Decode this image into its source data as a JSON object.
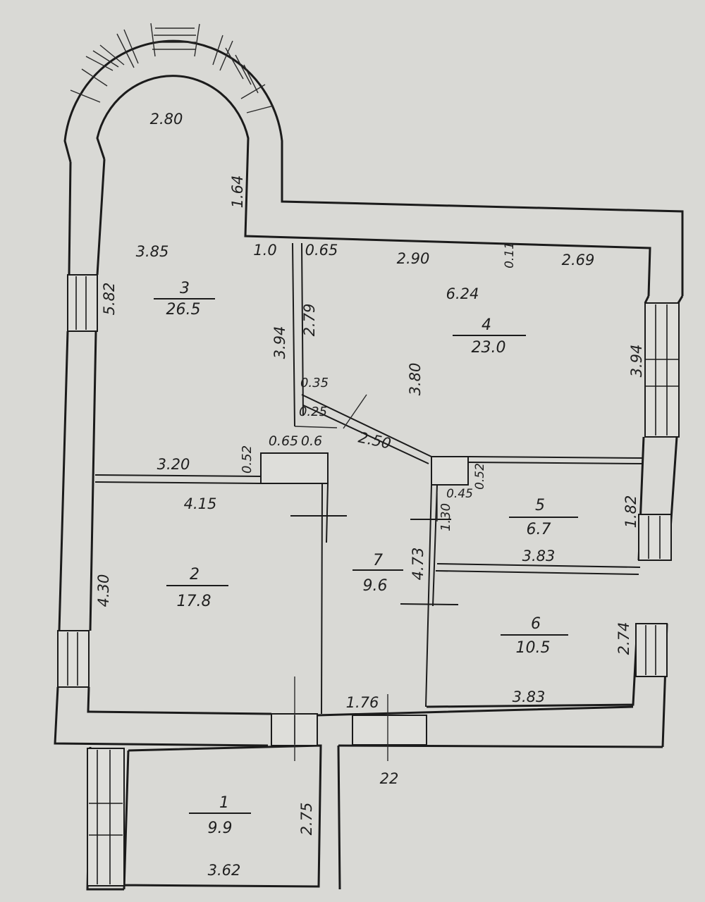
{
  "rooms": [
    {
      "number": "1",
      "area": "9.9"
    },
    {
      "number": "2",
      "area": "17.8"
    },
    {
      "number": "3",
      "area": "26.5"
    },
    {
      "number": "4",
      "area": "23.0"
    },
    {
      "number": "5",
      "area": "6.7"
    },
    {
      "number": "6",
      "area": "10.5"
    },
    {
      "number": "7",
      "area": "9.6"
    }
  ],
  "dimensions": {
    "d_2_80": "2.80",
    "d_1_64": "1.64",
    "d_3_85": "3.85",
    "d_1_0": "1.0",
    "d_0_65_top": "0.65",
    "d_2_90": "2.90",
    "d_0_11": "0.11",
    "d_2_69": "2.69",
    "d_6_24": "6.24",
    "d_5_82": "5.82",
    "d_3_94_left": "3.94",
    "d_2_79": "2.79",
    "d_3_94_right": "3.94",
    "d_3_80": "3.80",
    "d_0_35": "0.35",
    "d_0_25": "0.25",
    "d_2_50": "2.50",
    "d_0_52_left": "0.52",
    "d_0_65_mid": "0.65",
    "d_0_6": "0.6",
    "d_3_20": "3.20",
    "d_4_15": "4.15",
    "d_0_52_right": "0.52",
    "d_0_45": "0.45",
    "d_1_30": "1.30",
    "d_1_82": "1.82",
    "d_4_73": "4.73",
    "d_3_83_mid": "3.83",
    "d_4_30": "4.30",
    "d_2_74": "2.74",
    "d_1_76": "1.76",
    "d_3_83_bottom": "3.83",
    "d_22": "22",
    "d_2_75": "2.75",
    "d_3_62": "3.62"
  }
}
